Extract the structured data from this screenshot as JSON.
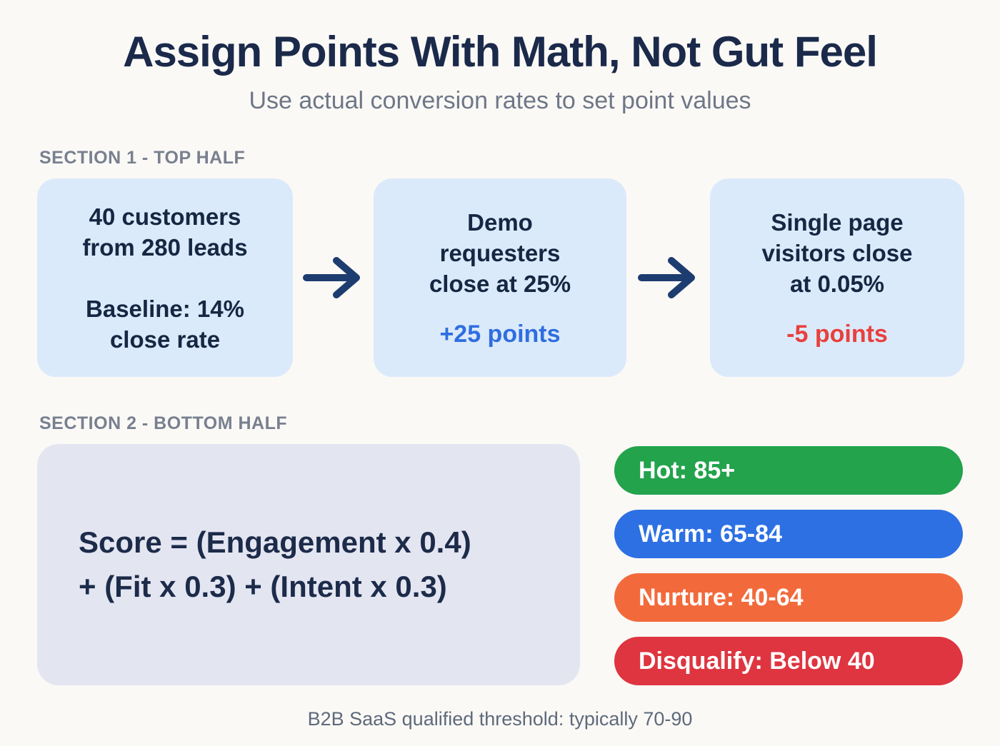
{
  "header": {
    "title": "Assign Points With Math, Not Gut Feel",
    "subtitle": "Use actual conversion rates to set point values"
  },
  "section1": {
    "label": "SECTION 1 - TOP HALF",
    "box1": {
      "text": "40 customers\nfrom 280 leads\n\nBaseline: 14%\nclose rate"
    },
    "box2": {
      "text": "Demo\nrequesters\nclose at 25%",
      "points": "+25 points",
      "points_color": "#2f6ee0"
    },
    "box3": {
      "text": "Single page\nvisitors close\nat 0.05%",
      "points": "-5 points",
      "points_color": "#e8403d"
    },
    "arrow_icon": "right-arrow"
  },
  "section2": {
    "label": "SECTION 2 - BOTTOM HALF",
    "formula": "Score = (Engagement x 0.4)\n+ (Fit x 0.3) + (Intent x 0.3)",
    "tiers": [
      {
        "label": "Hot: 85+",
        "color": "#22a34c"
      },
      {
        "label": "Warm: 65-84",
        "color": "#2d70e3"
      },
      {
        "label": "Nurture: 40-64",
        "color": "#f26a3b"
      },
      {
        "label": "Disqualify: Below 40",
        "color": "#de3540"
      }
    ]
  },
  "footer": {
    "note": "B2B SaaS qualified threshold: typically 70-90"
  },
  "colors": {
    "background": "#fbf9f6",
    "card_blue": "#dbeafa",
    "card_lavender": "#e3e6f1",
    "ink_navy": "#152742",
    "title_navy": "#1b2a4a",
    "arrow_navy": "#1d3c70",
    "section_label_gray": "#78808f",
    "subtitle_gray": "#6e7787",
    "footer_gray": "#5e6a7b"
  }
}
